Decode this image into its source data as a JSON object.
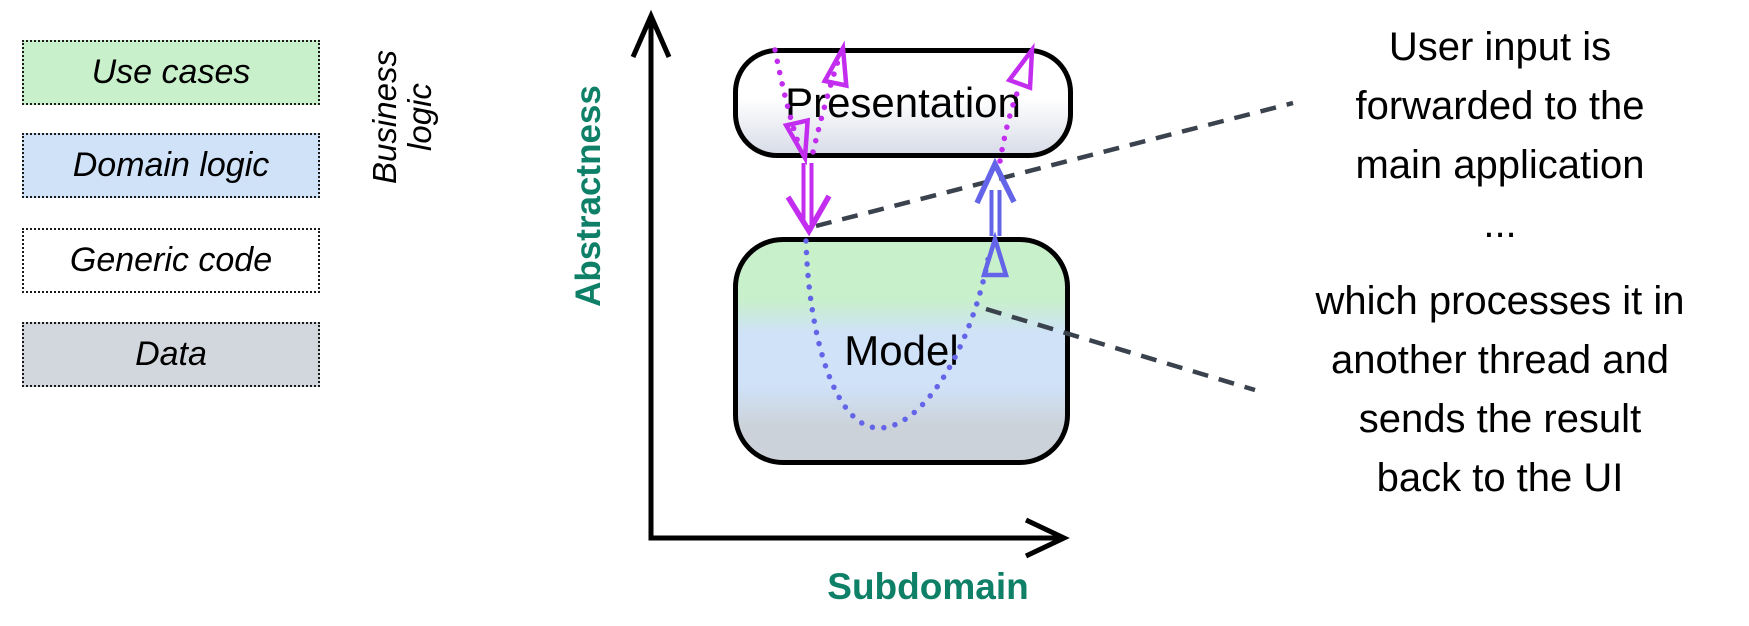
{
  "legend": {
    "items": [
      {
        "label": "Use cases",
        "fill": "#c8f0ca"
      },
      {
        "label": "Domain logic",
        "fill": "#cfe2f8"
      },
      {
        "label": "Generic code",
        "fill": "#ffffff"
      },
      {
        "label": "Data",
        "fill": "#d2d7dd"
      }
    ],
    "side_label": {
      "line1": "Business",
      "line2": "logic"
    }
  },
  "axes": {
    "y_label": "Abstractness",
    "x_label": "Subdomain",
    "label_color": "#0f8068",
    "axis_color": "#000000"
  },
  "boxes": {
    "presentation": "Presentation",
    "model": "Model"
  },
  "annotation": {
    "top_lines": [
      "User input is",
      "forwarded to the",
      "main application",
      "..."
    ],
    "bottom_lines": [
      "which processes it in",
      "another thread and",
      "sends the result",
      "back to the UI"
    ]
  },
  "colors": {
    "request_flow": "#c32df0",
    "response_flow": "#6464e8",
    "leader_dash": "#3a424d",
    "axis": "#000000"
  }
}
